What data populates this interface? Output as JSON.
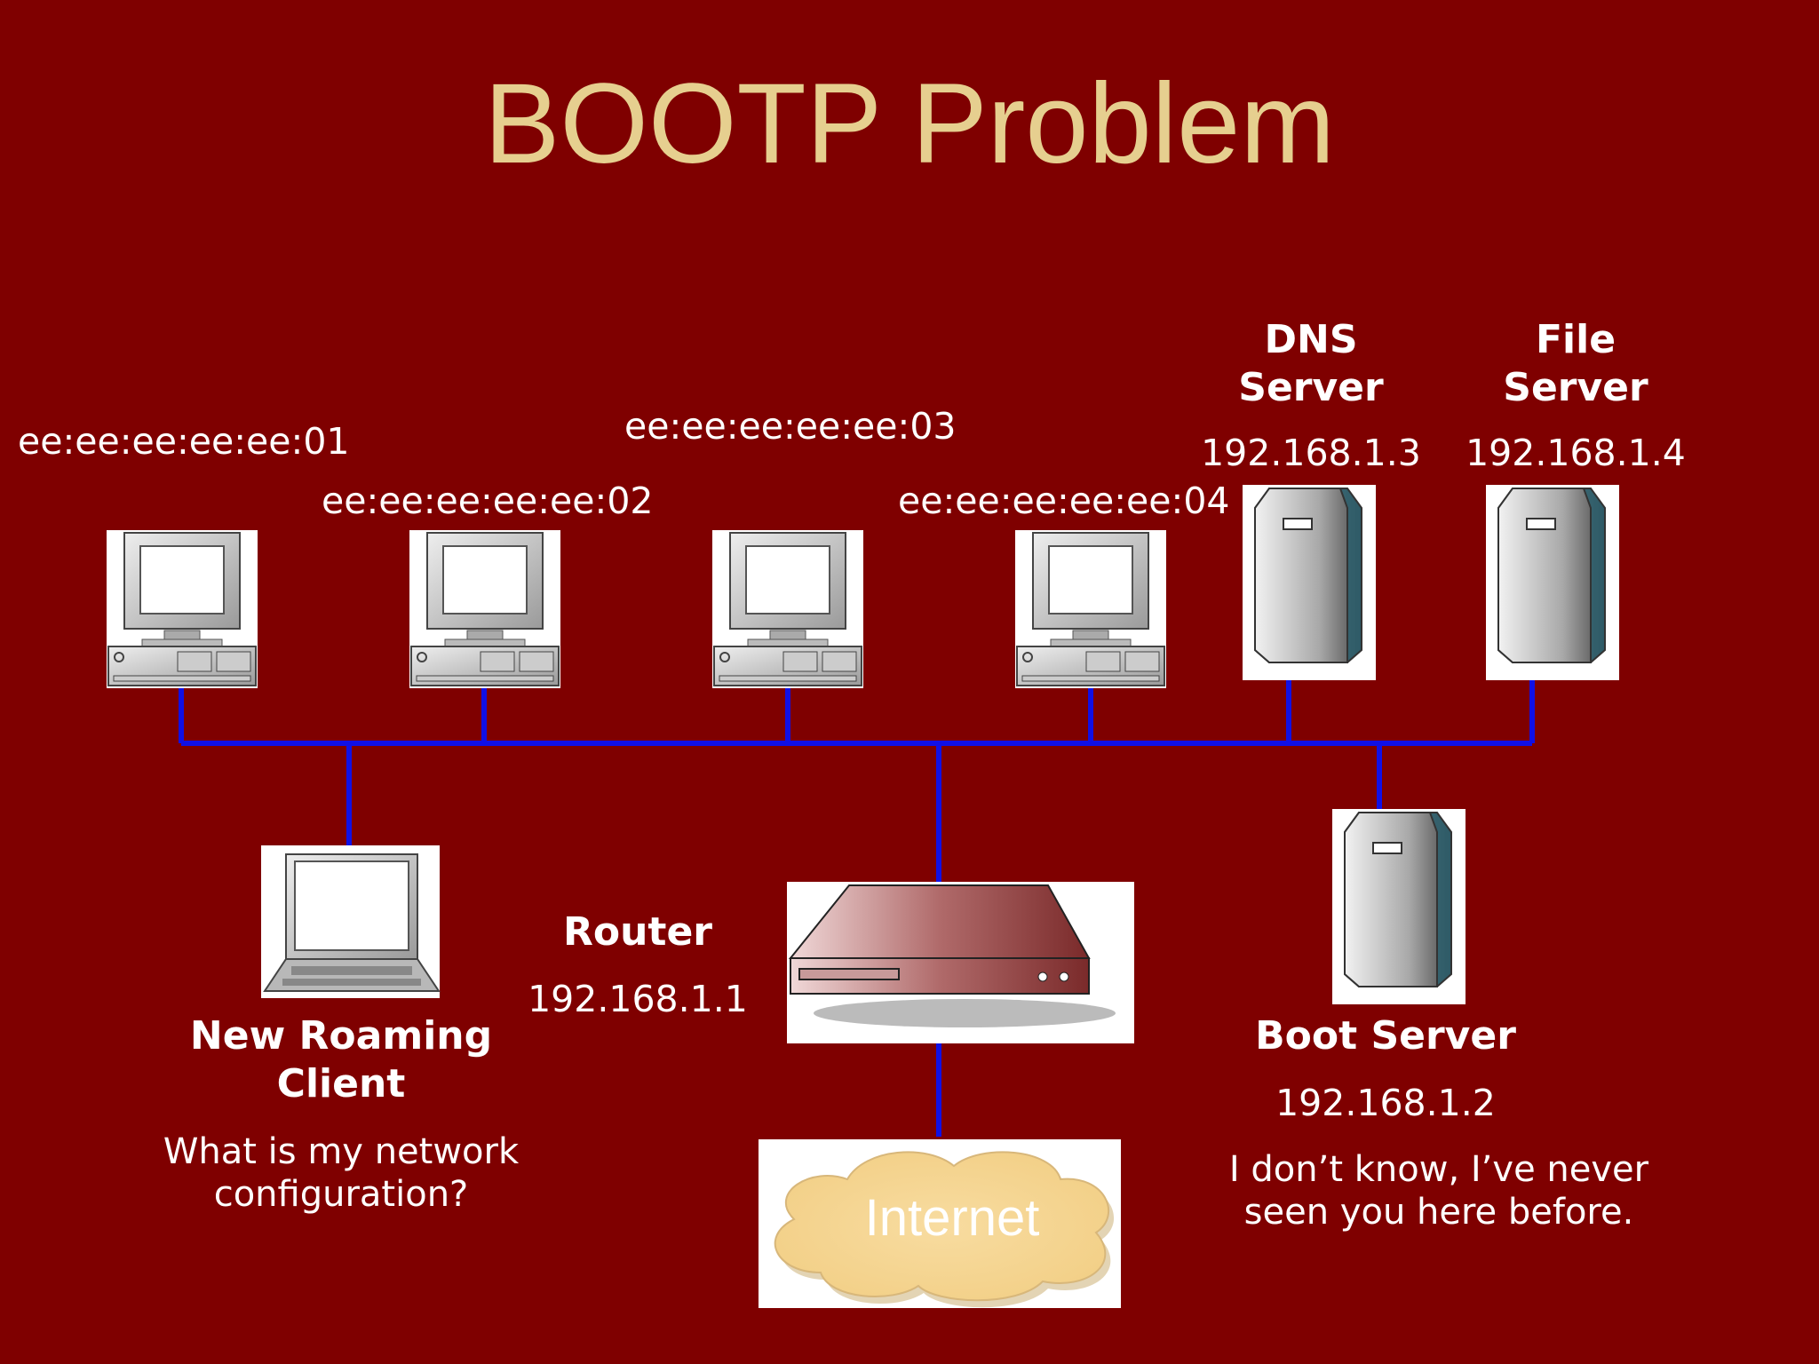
{
  "slide": {
    "title": "BOOTP Problem",
    "background": "#7f0000",
    "title_color": "#e6cf8f",
    "link_color": "#1010e6"
  },
  "hosts": [
    {
      "mac": "ee:ee:ee:ee:ee:01",
      "icon": "desktop-computer-icon"
    },
    {
      "mac": "ee:ee:ee:ee:ee:02",
      "icon": "desktop-computer-icon"
    },
    {
      "mac": "ee:ee:ee:ee:ee:03",
      "icon": "desktop-computer-icon"
    },
    {
      "mac": "ee:ee:ee:ee:ee:04",
      "icon": "desktop-computer-icon"
    }
  ],
  "dns_server": {
    "label_line1": "DNS",
    "label_line2": "Server",
    "ip": "192.168.1.3",
    "icon": "server-tower-icon"
  },
  "file_server": {
    "label_line1": "File",
    "label_line2": "Server",
    "ip": "192.168.1.4",
    "icon": "server-tower-icon"
  },
  "client": {
    "label_line1": "New Roaming",
    "label_line2": "Client",
    "message_line1": "What is my network",
    "message_line2": "configuration?",
    "icon": "laptop-icon"
  },
  "router": {
    "label": "Router",
    "ip": "192.168.1.1",
    "icon": "router-icon"
  },
  "boot_server": {
    "label": "Boot Server",
    "ip": "192.168.1.2",
    "message_line1": "I don’t know, I’ve never",
    "message_line2": "seen you here before.",
    "icon": "server-tower-icon"
  },
  "internet": {
    "label": "Internet",
    "icon": "cloud-icon"
  }
}
